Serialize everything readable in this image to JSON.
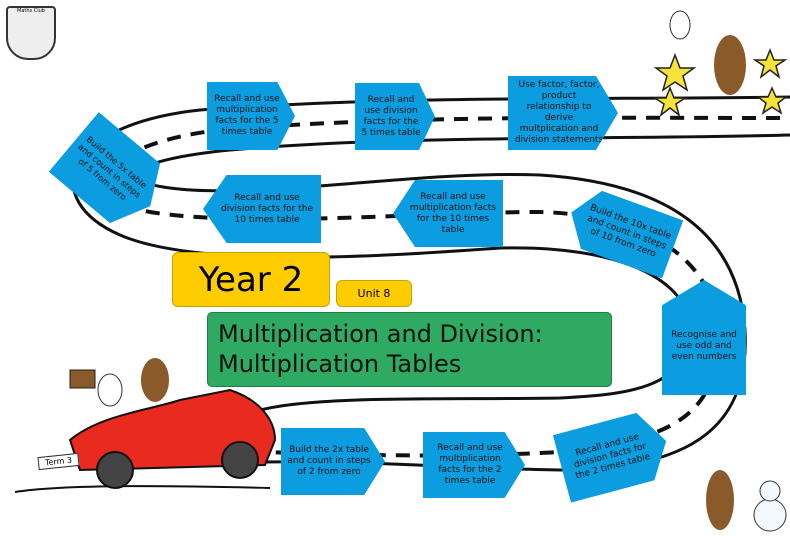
{
  "logo": {
    "text": "Maths Club"
  },
  "header": {
    "year": "Year 2",
    "unit": "Unit 8",
    "title_line1": "Multiplication and Division:",
    "title_line2": "Multiplication Tables"
  },
  "sign": {
    "label": "Term 3"
  },
  "steps": [
    "Build the 2x table and count in steps of 2 from zero",
    "Recall and use multiplication facts for the 2 times table",
    "Recall and use division facts for the 2 times table",
    "Recognise and use odd and even numbers",
    "Build the 10x table and count in steps of 10 from zero",
    "Recall and use multiplication facts for the 10 times table",
    "Recall and use division facts for the 10 times table",
    "Build the 5x table and count in steps of 5 from zero",
    "Recall and use multiplication facts for the 5 times table",
    "Recall and use division facts for the 5 times table",
    "Use factor, factor, product relationship to derive multplication and division statements"
  ],
  "colors": {
    "step": "#0b9ddf",
    "year": "#ffcc00",
    "title": "#2eaa62"
  }
}
